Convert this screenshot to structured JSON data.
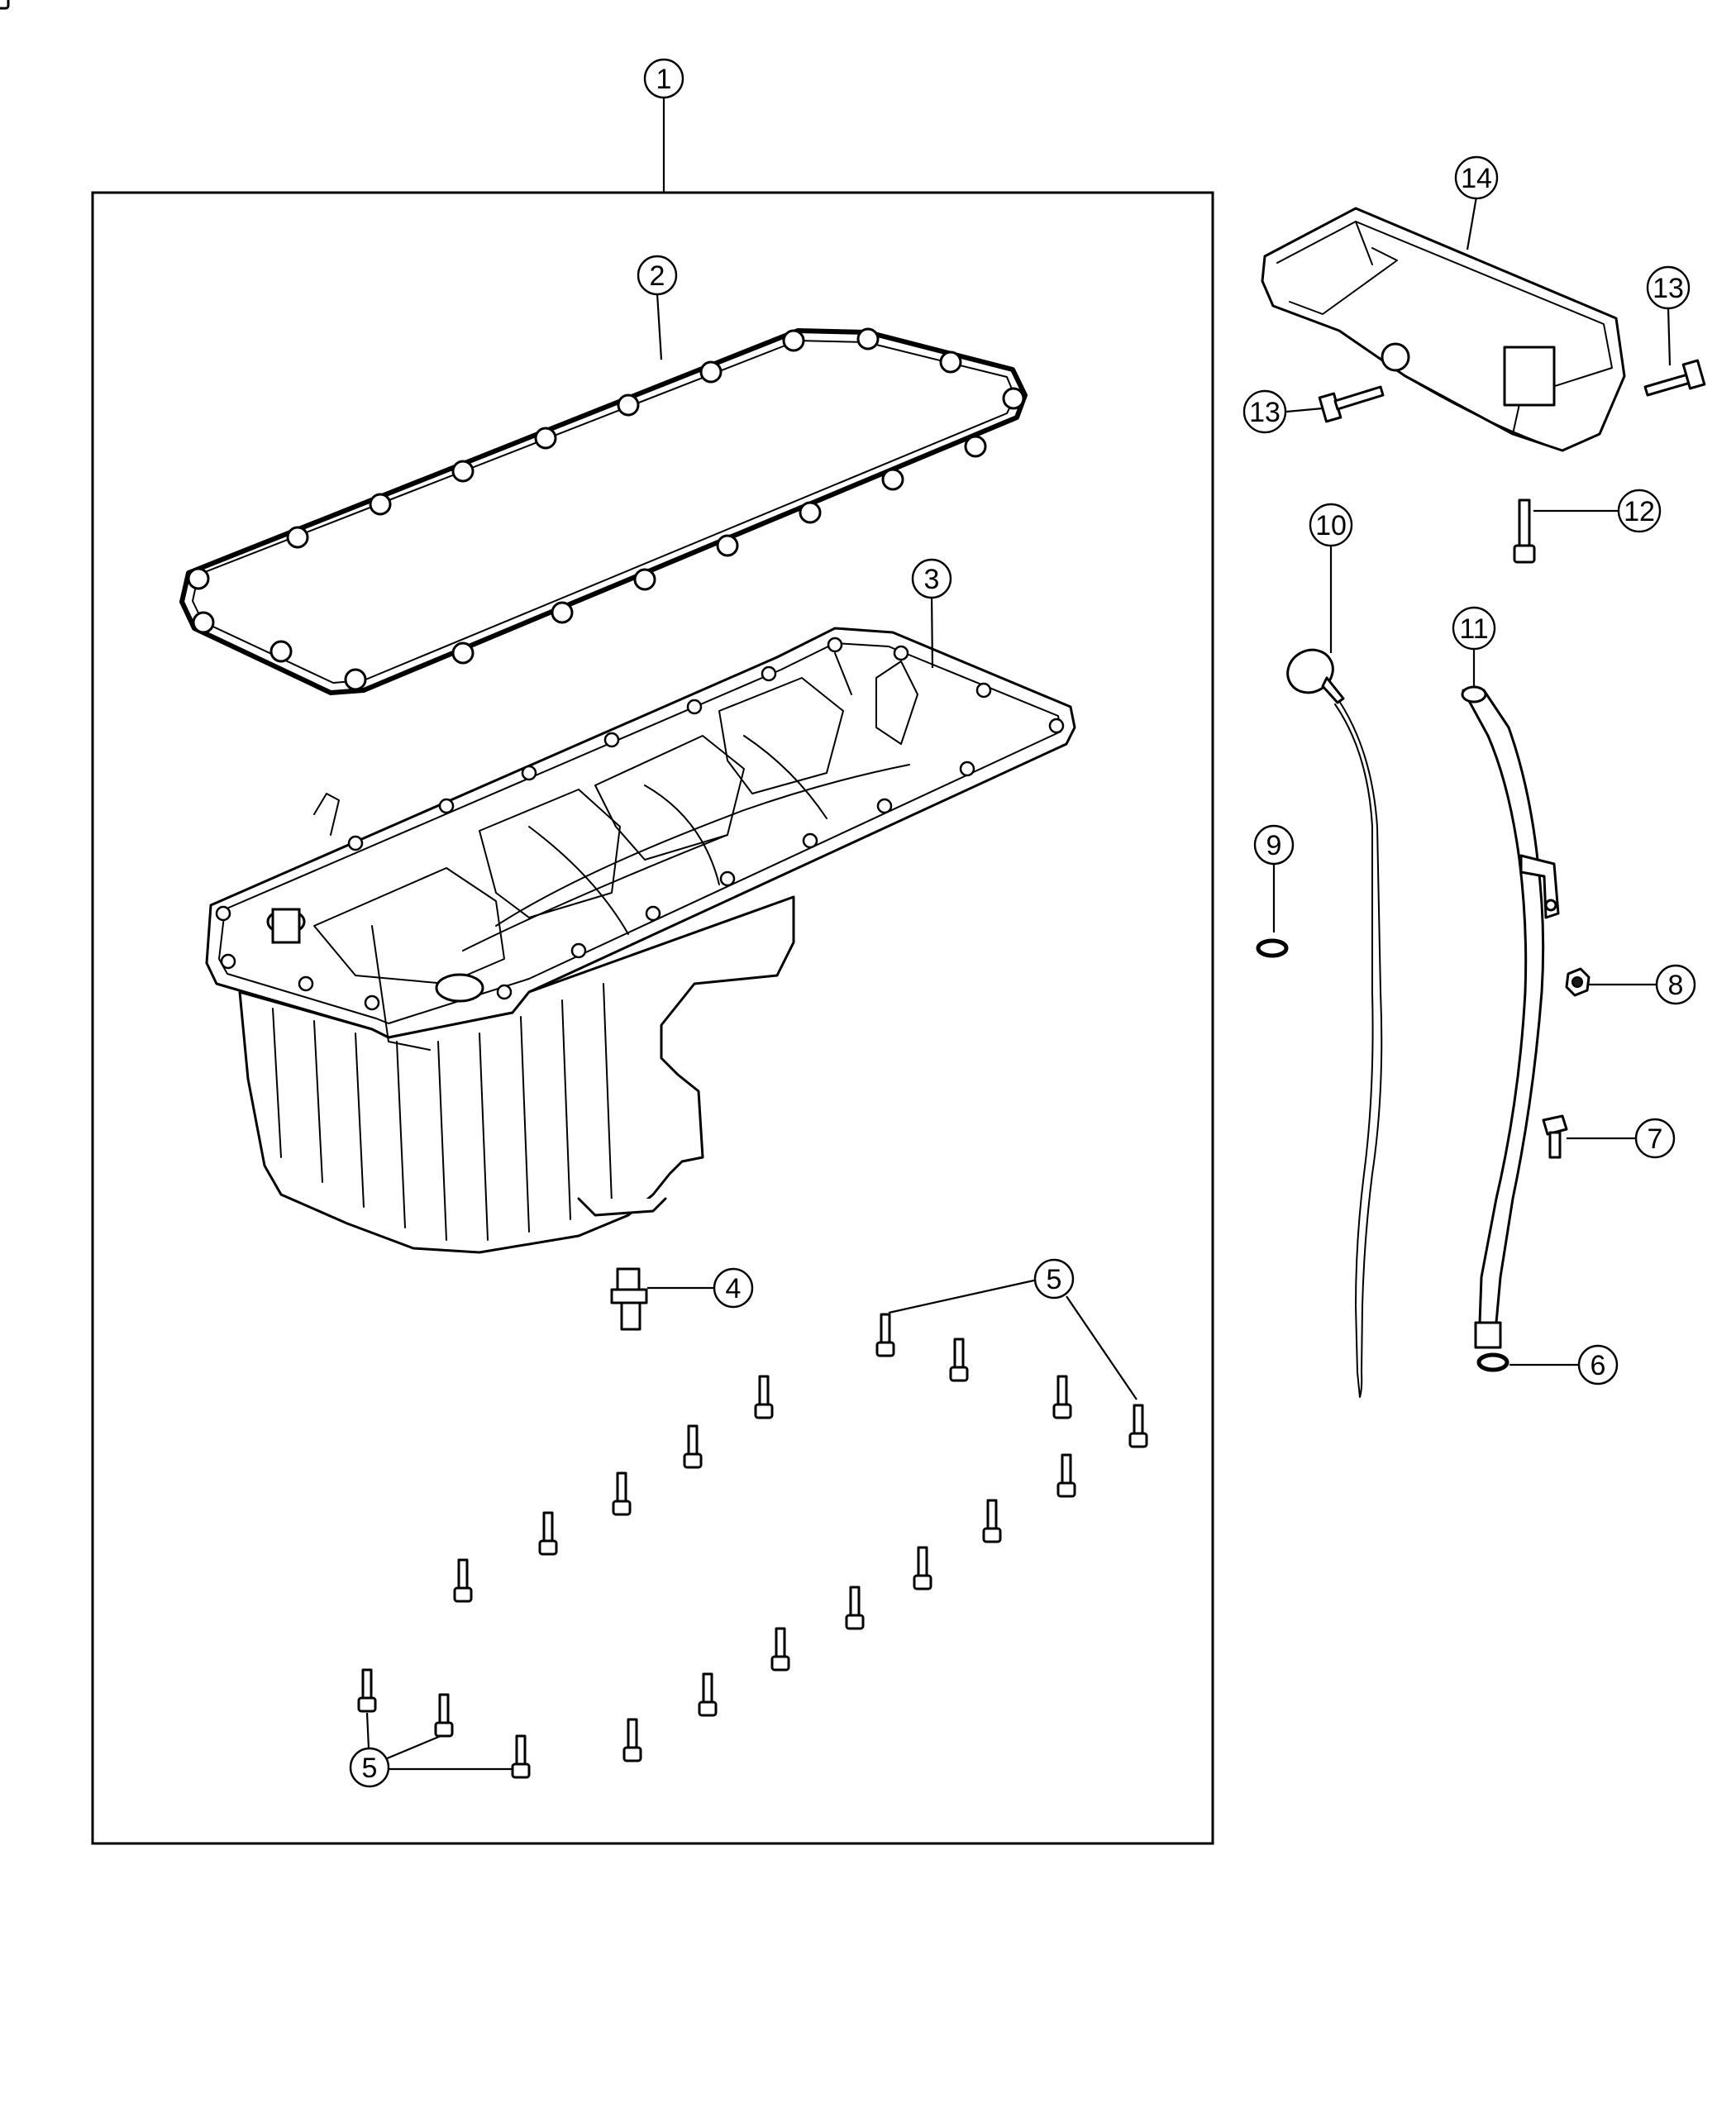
{
  "diagram": {
    "callouts": {
      "c1": "1",
      "c2": "2",
      "c3": "3",
      "c4": "4",
      "c5a": "5",
      "c5b": "5",
      "c6": "6",
      "c7": "7",
      "c8": "8",
      "c9": "9",
      "c10": "10",
      "c11": "11",
      "c12": "12",
      "c13a": "13",
      "c13b": "13",
      "c14": "14"
    },
    "parts": [
      "oil-pan-assembly",
      "oil-pan-gasket",
      "oil-pan",
      "drain-plug",
      "oil-pan-bolt",
      "o-ring-tube",
      "tube-bolt",
      "tube-nut",
      "o-ring-dipstick",
      "oil-dipstick",
      "dipstick-tube",
      "stud-bolt",
      "skid-plate-bolt",
      "skid-plate"
    ],
    "line_color": "#000000",
    "background": "#ffffff"
  }
}
